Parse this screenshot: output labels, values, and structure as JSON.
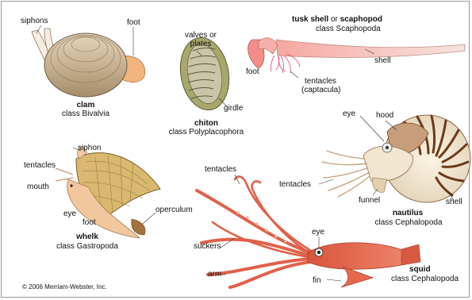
{
  "clam": {
    "siphons": "siphons",
    "foot": "foot",
    "name": "clam",
    "class_name": "class Bivalvia"
  },
  "chiton": {
    "valves": "valves or",
    "plates": "plates",
    "girdle": "girdle",
    "name": "chiton",
    "class_name": "class Polyplacophora"
  },
  "tusk": {
    "name_prefix": "tusk shell",
    "name_or": "or",
    "name_suffix": "scaphopod",
    "class_name": "class Scaphopoda",
    "shell": "shell",
    "foot": "foot",
    "tentacles": "tentacles",
    "captacula": "(captacula)"
  },
  "nautilus": {
    "eye": "eye",
    "hood": "hood",
    "tentacles": "tentacles",
    "funnel": "funnel",
    "shell": "shell",
    "name": "nautilus",
    "class_name": "class Cephalopoda"
  },
  "whelk": {
    "siphon": "siphon",
    "tentacles": "tentacles",
    "mouth": "mouth",
    "eye": "eye",
    "foot": "foot",
    "operculum": "operculum",
    "name": "whelk",
    "class_name": "class Gastropoda"
  },
  "squid": {
    "tentacles": "tentacles",
    "suckers": "suckers",
    "eye": "eye",
    "arm": "arm",
    "fin": "fin",
    "name": "squid",
    "class_name": "class Cephalopoda"
  },
  "copyright": "© 2006 Merriam-Webster, Inc.",
  "colors": {
    "clam": "#c9b596",
    "foot": "#f0b47c",
    "tusk": "#f2c8c4",
    "squid": "#e8684e",
    "nautilus_stripe": "#6b3a1a",
    "whelk": "#d9b870"
  }
}
